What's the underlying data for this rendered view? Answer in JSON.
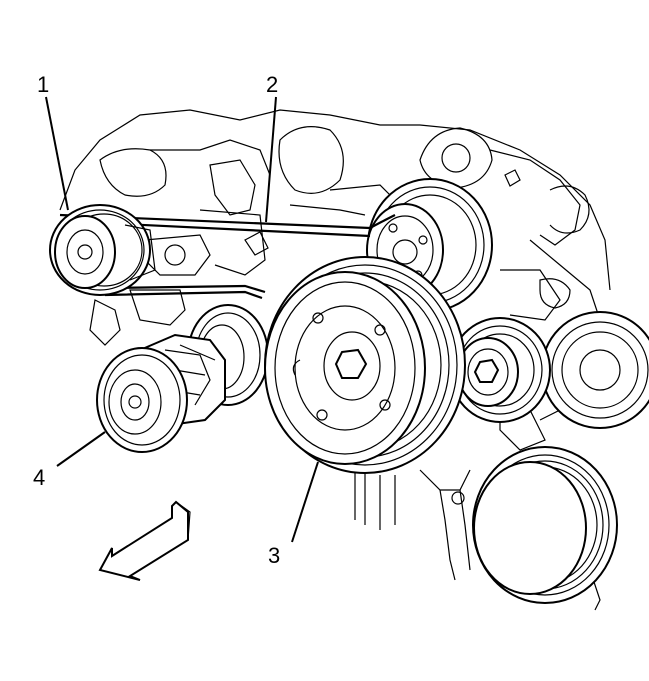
{
  "callouts": {
    "c1": "1",
    "c2": "2",
    "c3": "3",
    "c4": "4"
  },
  "icons": {
    "direction_arrow": "front-direction-arrow-icon"
  },
  "colors": {
    "line": "#000000",
    "background": "#ffffff"
  }
}
